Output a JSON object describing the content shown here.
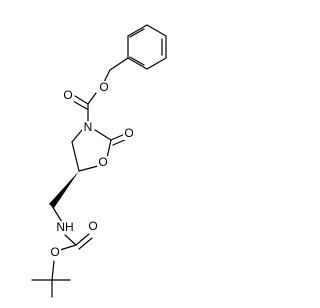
{
  "molecule": {
    "atoms": {
      "carbamate_o1": "O",
      "ester_o": "O",
      "ring_n": "N",
      "ring_carbonyl_o": "O",
      "ring_o": "O",
      "amide_nh": "NH",
      "boc_carbonyl_o": "O",
      "boc_ester_o": "O"
    }
  }
}
